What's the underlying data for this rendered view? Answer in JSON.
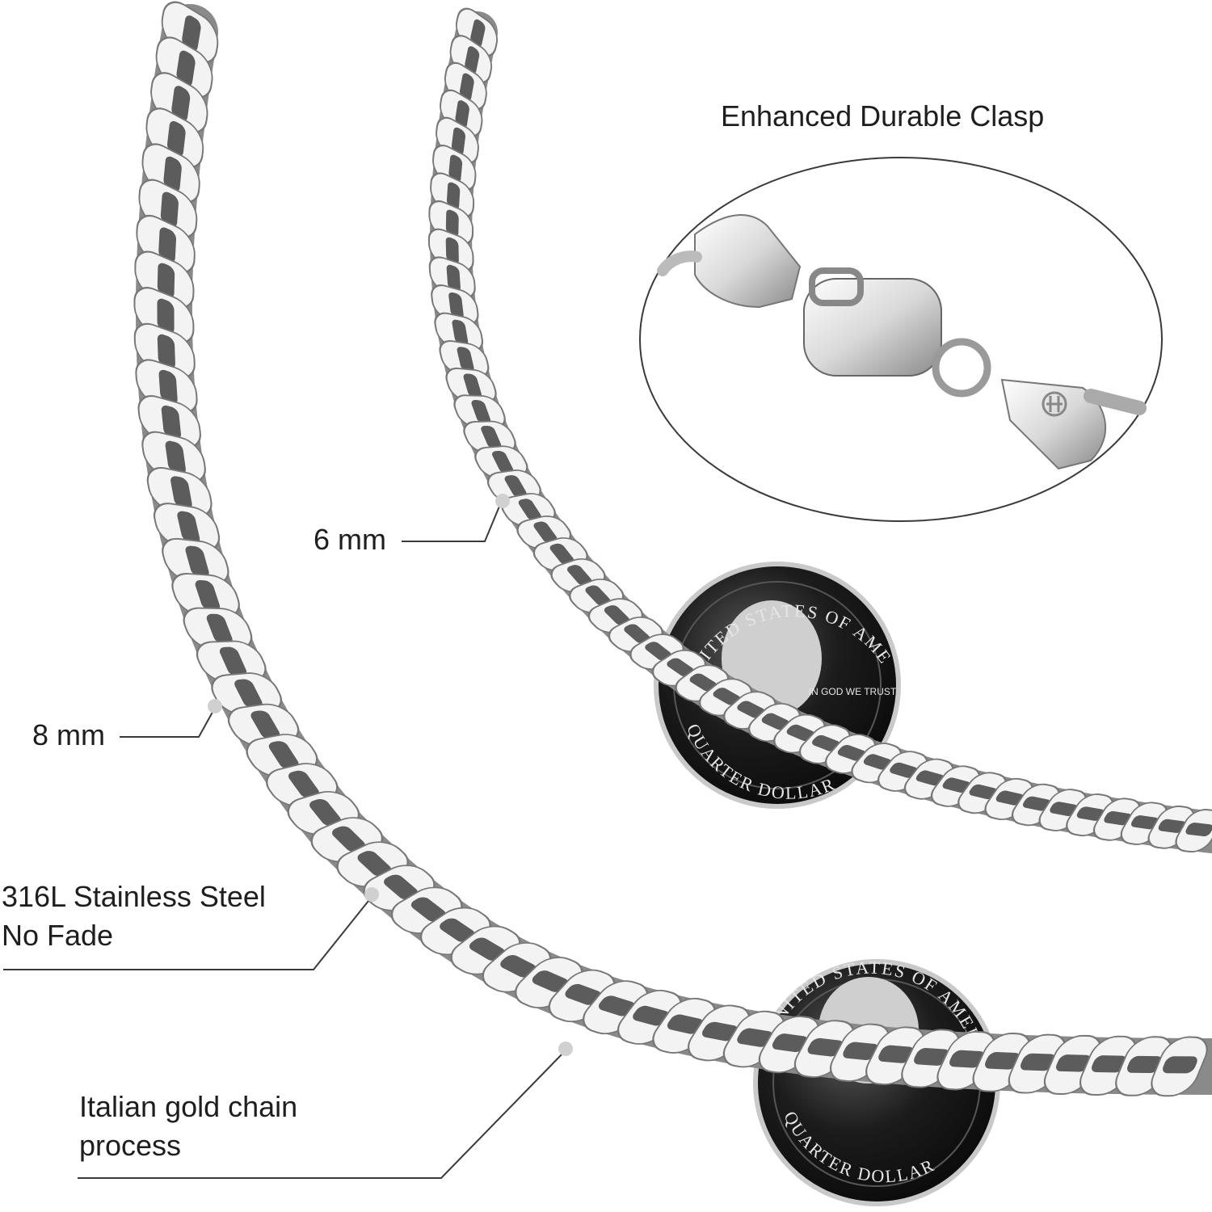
{
  "labels": {
    "clasp_title": "Enhanced Durable Clasp",
    "width_6mm": "6 mm",
    "width_8mm": "8 mm",
    "steel_line1": "316L Stainless Steel",
    "steel_line2": "No Fade",
    "process_line1": "Italian gold chain",
    "process_line2": "process"
  },
  "coins": [
    {
      "top_text": "UNITED STATES OF AMERICA",
      "motto": "IN GOD WE TRUST",
      "bottom_text": "QUARTER DOLLAR"
    },
    {
      "top_text": "UNITED STATES OF AMERICA",
      "bottom_text": "QUARTER DOLLAR"
    }
  ],
  "colors": {
    "background": "#ffffff",
    "steel_light": "#f4f4f4",
    "steel_dark": "#6e6e6e",
    "coin": "#1a1a1a",
    "text": "#1e1e1e"
  },
  "icons": {
    "clasp_stamp": "brand-monogram-icon"
  }
}
